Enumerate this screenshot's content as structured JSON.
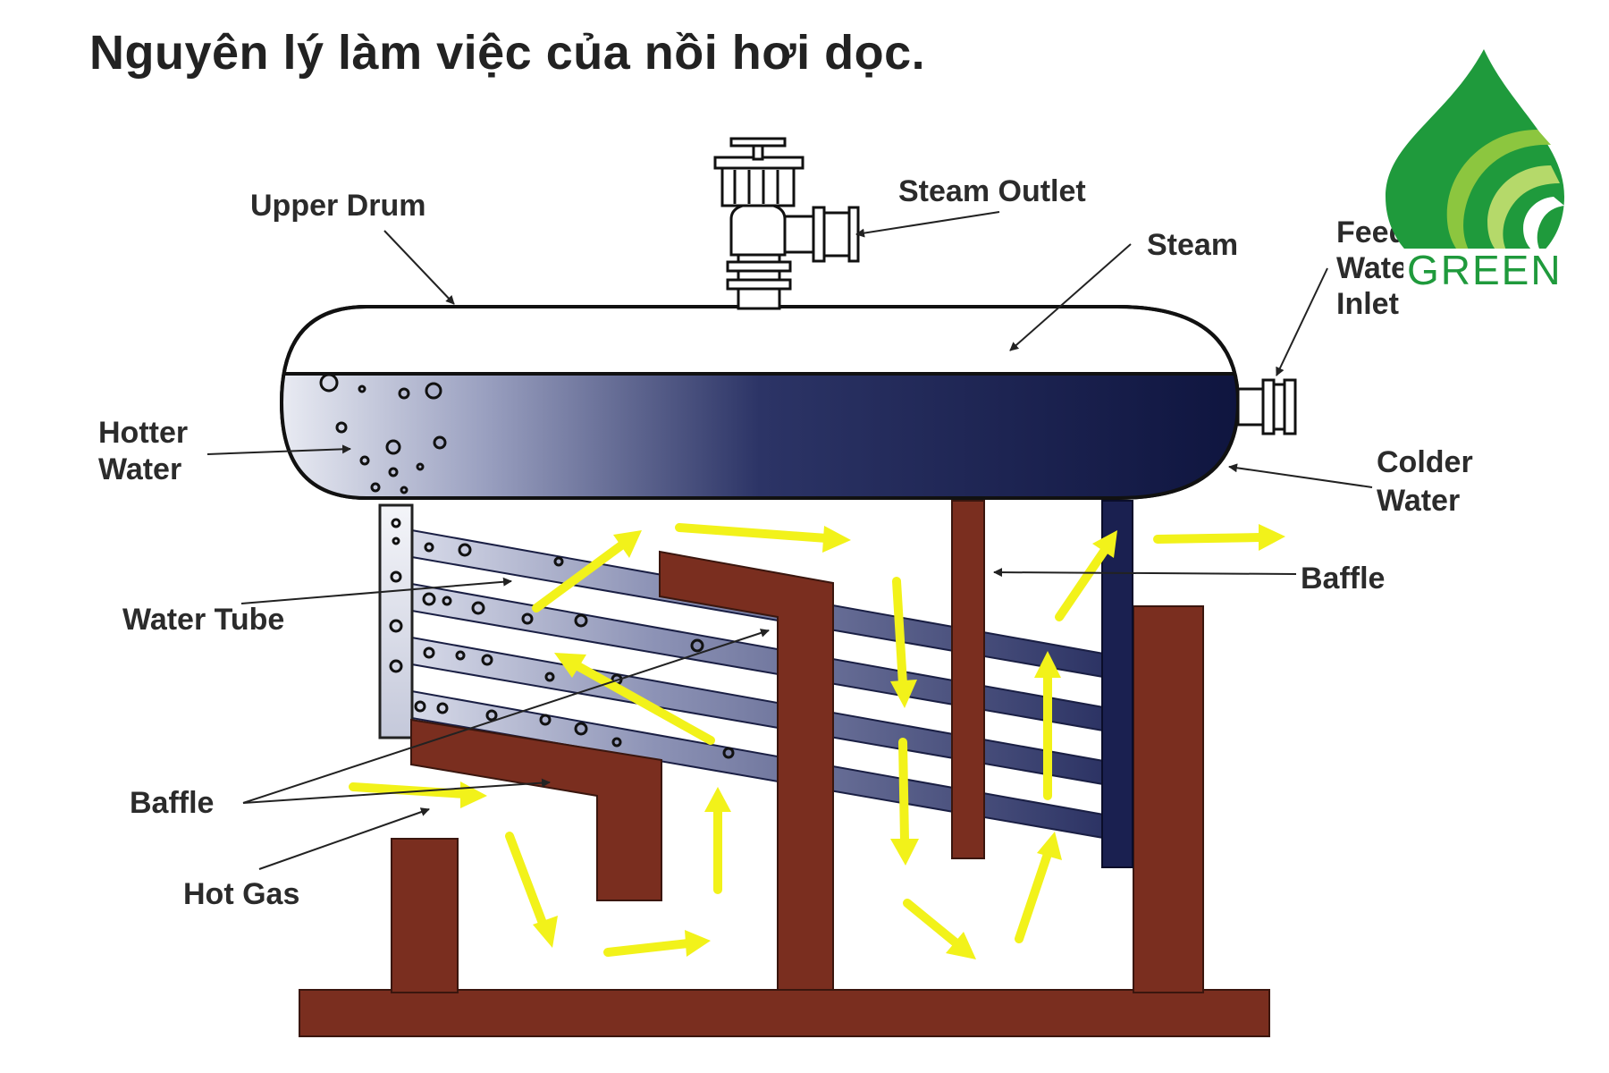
{
  "title": "Nguyên lý làm việc của nồi hơi dọc.",
  "labels": {
    "upper_drum": "Upper Drum",
    "steam_outlet": "Steam Outlet",
    "steam": "Steam",
    "feed_water_line1": "Feed",
    "feed_water_line2": "Water",
    "feed_water_line3": "Inlet",
    "hotter_water_line1": "Hotter",
    "hotter_water_line2": "Water",
    "colder_water_line1": "Colder",
    "colder_water_line2": "Water",
    "water_tube": "Water Tube",
    "baffle_right": "Baffle",
    "baffle_left": "Baffle",
    "hot_gas": "Hot Gas"
  },
  "logo": {
    "text": "GREEN",
    "icon": "green-leaf-logo-icon"
  },
  "colors": {
    "brick": "#7a2e1f",
    "water_dark": "#141a4a",
    "water_light": "#eceef4",
    "tube": "#3c4478",
    "gas_arrow": "#f2f21a",
    "logo_green": "#1f9a3c",
    "logo_lime": "#8cc63f"
  }
}
